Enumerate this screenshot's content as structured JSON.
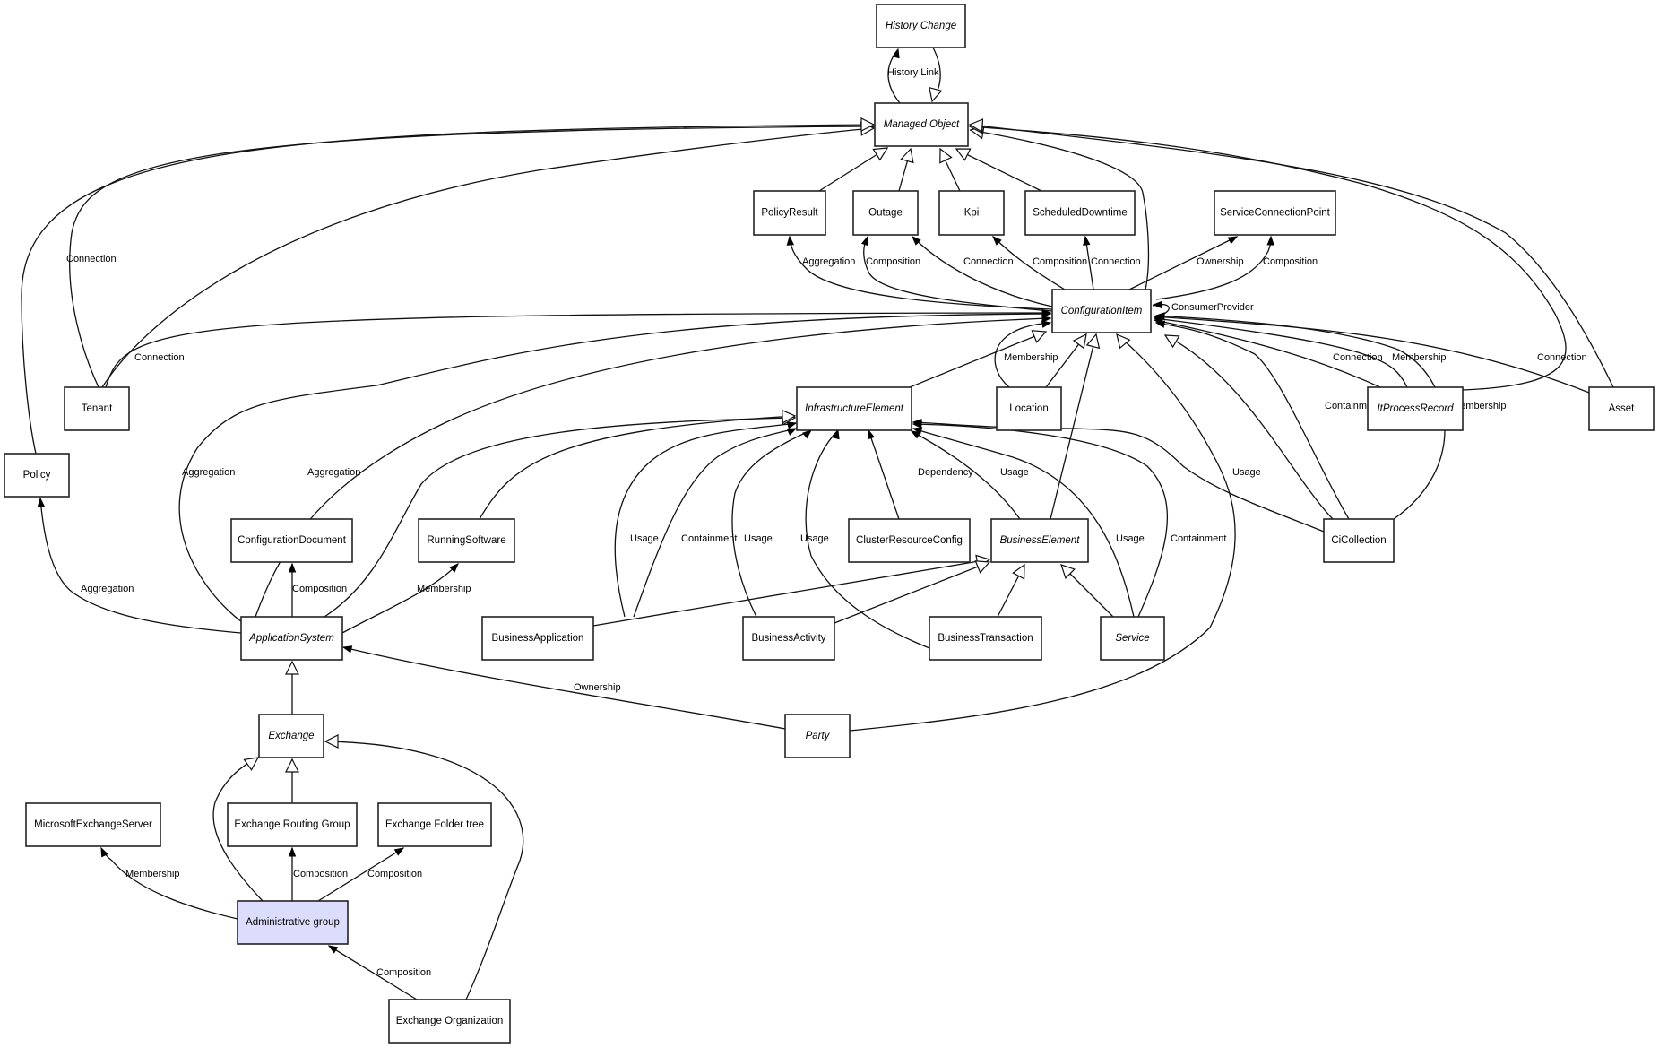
{
  "diagram": {
    "selected_node": "Administrative group",
    "accent_fill": "#dcdcfc",
    "nodes": [
      {
        "id": "history_change",
        "label": "History Change",
        "abstract": true
      },
      {
        "id": "managed_object",
        "label": "Managed Object",
        "abstract": true
      },
      {
        "id": "policy_result",
        "label": "PolicyResult",
        "abstract": false
      },
      {
        "id": "outage",
        "label": "Outage",
        "abstract": false
      },
      {
        "id": "kpi",
        "label": "Kpi",
        "abstract": false
      },
      {
        "id": "scheduled_downtime",
        "label": "ScheduledDowntime",
        "abstract": false
      },
      {
        "id": "service_connection_point",
        "label": "ServiceConnectionPoint",
        "abstract": false
      },
      {
        "id": "configuration_item",
        "label": "ConfigurationItem",
        "abstract": true
      },
      {
        "id": "tenant",
        "label": "Tenant",
        "abstract": false
      },
      {
        "id": "infrastructure_element",
        "label": "InfrastructureElement",
        "abstract": true
      },
      {
        "id": "location",
        "label": "Location",
        "abstract": false
      },
      {
        "id": "it_process_record",
        "label": "ItProcessRecord",
        "abstract": true
      },
      {
        "id": "asset",
        "label": "Asset",
        "abstract": false
      },
      {
        "id": "policy",
        "label": "Policy",
        "abstract": false
      },
      {
        "id": "configuration_document",
        "label": "ConfigurationDocument",
        "abstract": false
      },
      {
        "id": "running_software",
        "label": "RunningSoftware",
        "abstract": false
      },
      {
        "id": "cluster_resource_config",
        "label": "ClusterResourceConfig",
        "abstract": false
      },
      {
        "id": "business_element",
        "label": "BusinessElement",
        "abstract": true
      },
      {
        "id": "ci_collection",
        "label": "CiCollection",
        "abstract": false
      },
      {
        "id": "application_system",
        "label": "ApplicationSystem",
        "abstract": true
      },
      {
        "id": "business_application",
        "label": "BusinessApplication",
        "abstract": false
      },
      {
        "id": "business_activity",
        "label": "BusinessActivity",
        "abstract": false
      },
      {
        "id": "business_transaction",
        "label": "BusinessTransaction",
        "abstract": false
      },
      {
        "id": "service",
        "label": "Service",
        "abstract": true
      },
      {
        "id": "exchange",
        "label": "Exchange",
        "abstract": true
      },
      {
        "id": "party",
        "label": "Party",
        "abstract": true
      },
      {
        "id": "microsoft_exchange_server",
        "label": "MicrosoftExchangeServer",
        "abstract": false
      },
      {
        "id": "exchange_routing_group",
        "label": "Exchange Routing Group",
        "abstract": false
      },
      {
        "id": "exchange_folder_tree",
        "label": "Exchange Folder tree",
        "abstract": false
      },
      {
        "id": "administrative_group",
        "label": "Administrative group",
        "abstract": false
      },
      {
        "id": "exchange_organization",
        "label": "Exchange Organization",
        "abstract": false
      }
    ],
    "edges": [
      {
        "id": "e1",
        "from": "managed_object",
        "to": "history_change",
        "type": "association",
        "label": "History Link"
      },
      {
        "id": "e2",
        "from": "history_change",
        "to": "managed_object",
        "type": "inheritance",
        "label": ""
      },
      {
        "id": "e3",
        "from": "policy_result",
        "to": "managed_object",
        "type": "inheritance",
        "label": ""
      },
      {
        "id": "e4",
        "from": "outage",
        "to": "managed_object",
        "type": "inheritance",
        "label": ""
      },
      {
        "id": "e5",
        "from": "kpi",
        "to": "managed_object",
        "type": "inheritance",
        "label": ""
      },
      {
        "id": "e6",
        "from": "scheduled_downtime",
        "to": "managed_object",
        "type": "inheritance",
        "label": ""
      },
      {
        "id": "e7",
        "from": "configuration_item",
        "to": "managed_object",
        "type": "inheritance",
        "label": ""
      },
      {
        "id": "e8",
        "from": "tenant",
        "to": "managed_object",
        "type": "association",
        "label": "Connection"
      },
      {
        "id": "e9",
        "from": "tenant",
        "to": "managed_object",
        "type": "inheritance",
        "label": ""
      },
      {
        "id": "e10",
        "from": "policy",
        "to": "managed_object",
        "type": "inheritance",
        "label": ""
      },
      {
        "id": "e11",
        "from": "it_process_record",
        "to": "managed_object",
        "type": "inheritance",
        "label": ""
      },
      {
        "id": "e12",
        "from": "asset",
        "to": "managed_object",
        "type": "inheritance",
        "label": ""
      },
      {
        "id": "e13",
        "from": "configuration_item",
        "to": "policy_result",
        "type": "association",
        "label": "Aggregation"
      },
      {
        "id": "e14",
        "from": "configuration_item",
        "to": "outage",
        "type": "association",
        "label": "Composition"
      },
      {
        "id": "e15",
        "from": "configuration_item",
        "to": "outage",
        "type": "association",
        "label": "Connection"
      },
      {
        "id": "e16",
        "from": "configuration_item",
        "to": "kpi",
        "type": "association",
        "label": "Composition"
      },
      {
        "id": "e17",
        "from": "configuration_item",
        "to": "scheduled_downtime",
        "type": "association",
        "label": "Connection"
      },
      {
        "id": "e18",
        "from": "configuration_item",
        "to": "service_connection_point",
        "type": "association",
        "label": "Ownership"
      },
      {
        "id": "e19",
        "from": "configuration_item",
        "to": "service_connection_point",
        "type": "association",
        "label": "Composition"
      },
      {
        "id": "e20",
        "from": "configuration_item",
        "to": "configuration_item",
        "type": "association",
        "label": "ConsumerProvider"
      },
      {
        "id": "e21",
        "from": "tenant",
        "to": "configuration_item",
        "type": "association",
        "label": "Connection"
      },
      {
        "id": "e22",
        "from": "location",
        "to": "configuration_item",
        "type": "association",
        "label": "Membership"
      },
      {
        "id": "e23",
        "from": "location",
        "to": "configuration_item",
        "type": "inheritance",
        "label": ""
      },
      {
        "id": "e24",
        "from": "infrastructure_element",
        "to": "configuration_item",
        "type": "inheritance",
        "label": ""
      },
      {
        "id": "e25",
        "from": "business_element",
        "to": "configuration_item",
        "type": "inheritance",
        "label": ""
      },
      {
        "id": "e26",
        "from": "party",
        "to": "configuration_item",
        "type": "inheritance",
        "label": ""
      },
      {
        "id": "e27",
        "from": "it_process_record",
        "to": "configuration_item",
        "type": "association",
        "label": "Connection"
      },
      {
        "id": "e28",
        "from": "it_process_record",
        "to": "configuration_item",
        "type": "association",
        "label": "Membership"
      },
      {
        "id": "e29",
        "from": "asset",
        "to": "configuration_item",
        "type": "association",
        "label": "Connection"
      },
      {
        "id": "e30",
        "from": "ci_collection",
        "to": "configuration_item",
        "type": "association",
        "label": "Containment"
      },
      {
        "id": "e31",
        "from": "ci_collection",
        "to": "configuration_item",
        "type": "association",
        "label": "Membership"
      },
      {
        "id": "e32",
        "from": "ci_collection",
        "to": "configuration_item",
        "type": "inheritance",
        "label": ""
      },
      {
        "id": "e33",
        "from": "application_system",
        "to": "configuration_item",
        "type": "association",
        "label": "Aggregation"
      },
      {
        "id": "e34",
        "from": "application_system",
        "to": "configuration_item",
        "type": "association",
        "label": "Aggregation"
      },
      {
        "id": "e35",
        "from": "application_system",
        "to": "infrastructure_element",
        "type": "inheritance",
        "label": ""
      },
      {
        "id": "e36",
        "from": "running_software",
        "to": "infrastructure_element",
        "type": "inheritance",
        "label": ""
      },
      {
        "id": "e37",
        "from": "business_application",
        "to": "infrastructure_element",
        "type": "association",
        "label": "Usage"
      },
      {
        "id": "e38",
        "from": "business_application",
        "to": "infrastructure_element",
        "type": "association",
        "label": "Containment"
      },
      {
        "id": "e39",
        "from": "business_activity",
        "to": "infrastructure_element",
        "type": "association",
        "label": "Usage"
      },
      {
        "id": "e40",
        "from": "business_transaction",
        "to": "infrastructure_element",
        "type": "association",
        "label": "Usage"
      },
      {
        "id": "e41",
        "from": "cluster_resource_config",
        "to": "infrastructure_element",
        "type": "association",
        "label": "Dependency"
      },
      {
        "id": "e42",
        "from": "business_element",
        "to": "infrastructure_element",
        "type": "association",
        "label": "Usage"
      },
      {
        "id": "e43",
        "from": "service",
        "to": "infrastructure_element",
        "type": "association",
        "label": "Usage"
      },
      {
        "id": "e44",
        "from": "service",
        "to": "infrastructure_element",
        "type": "association",
        "label": "Containment"
      },
      {
        "id": "e45",
        "from": "ci_collection",
        "to": "infrastructure_element",
        "type": "association",
        "label": "Usage"
      },
      {
        "id": "e46",
        "from": "business_application",
        "to": "business_element",
        "type": "inheritance",
        "label": ""
      },
      {
        "id": "e47",
        "from": "business_activity",
        "to": "business_element",
        "type": "inheritance",
        "label": ""
      },
      {
        "id": "e48",
        "from": "business_transaction",
        "to": "business_element",
        "type": "inheritance",
        "label": ""
      },
      {
        "id": "e49",
        "from": "service",
        "to": "business_element",
        "type": "inheritance",
        "label": ""
      },
      {
        "id": "e50",
        "from": "application_system",
        "to": "policy",
        "type": "association",
        "label": "Aggregation"
      },
      {
        "id": "e51",
        "from": "application_system",
        "to": "configuration_document",
        "type": "association",
        "label": "Composition"
      },
      {
        "id": "e52",
        "from": "application_system",
        "to": "running_software",
        "type": "association",
        "label": "Membership"
      },
      {
        "id": "e53",
        "from": "party",
        "to": "application_system",
        "type": "association",
        "label": "Ownership"
      },
      {
        "id": "e54",
        "from": "exchange",
        "to": "application_system",
        "type": "inheritance",
        "label": ""
      },
      {
        "id": "e55",
        "from": "exchange_routing_group",
        "to": "exchange",
        "type": "inheritance",
        "label": ""
      },
      {
        "id": "e56",
        "from": "administrative_group",
        "to": "exchange",
        "type": "inheritance",
        "label": ""
      },
      {
        "id": "e57",
        "from": "exchange_organization",
        "to": "exchange",
        "type": "inheritance",
        "label": ""
      },
      {
        "id": "e58",
        "from": "administrative_group",
        "to": "microsoft_exchange_server",
        "type": "association",
        "label": "Membership"
      },
      {
        "id": "e59",
        "from": "administrative_group",
        "to": "exchange_routing_group",
        "type": "association",
        "label": "Composition"
      },
      {
        "id": "e60",
        "from": "administrative_group",
        "to": "exchange_folder_tree",
        "type": "association",
        "label": "Composition"
      },
      {
        "id": "e61",
        "from": "exchange_organization",
        "to": "administrative_group",
        "type": "association",
        "label": "Composition"
      }
    ]
  }
}
